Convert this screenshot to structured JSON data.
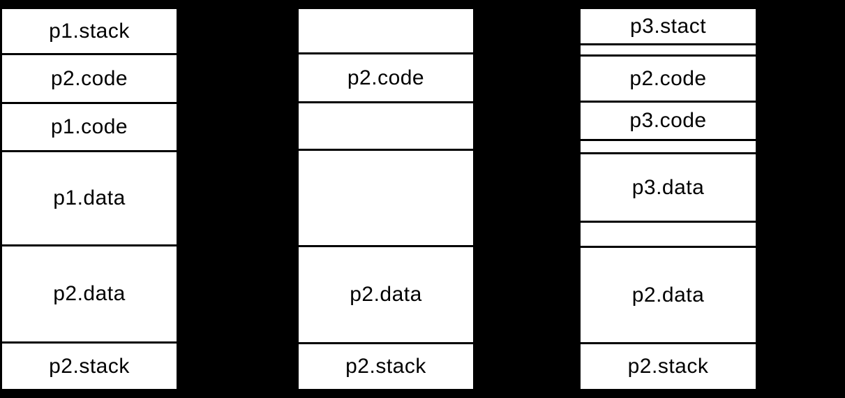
{
  "diagram": {
    "type": "memory-layout",
    "colors": {
      "background": "#000000",
      "box_fill": "#ffffff",
      "box_border": "#000000",
      "text": "#000000"
    },
    "columns": [
      {
        "segments": [
          {
            "label": "p1.stack"
          },
          {
            "label": "p2.code"
          },
          {
            "label": "p1.code"
          },
          {
            "label": "p1.data"
          },
          {
            "label": "p2.data"
          },
          {
            "label": "p2.stack"
          }
        ]
      },
      {
        "segments": [
          {
            "label": ""
          },
          {
            "label": "p2.code"
          },
          {
            "label": ""
          },
          {
            "label": ""
          },
          {
            "label": "p2.data"
          },
          {
            "label": "p2.stack"
          }
        ]
      },
      {
        "segments": [
          {
            "label": "p3.stact"
          },
          {
            "label": ""
          },
          {
            "label": "p2.code"
          },
          {
            "label": "p3.code"
          },
          {
            "label": ""
          },
          {
            "label": "p3.data"
          },
          {
            "label": ""
          },
          {
            "label": "p2.data"
          },
          {
            "label": "p2.stack"
          }
        ]
      }
    ]
  }
}
